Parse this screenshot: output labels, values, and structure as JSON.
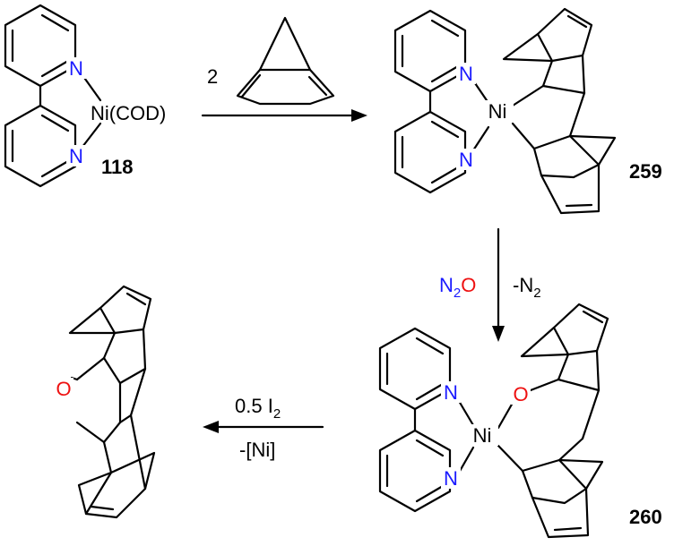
{
  "colors": {
    "nitrogen": "#1a1aff",
    "oxygen": "#ee1111",
    "black": "#000000"
  },
  "atoms": {
    "N": "N",
    "Ni": "Ni",
    "O": "O",
    "NiCOD": "Ni(COD)"
  },
  "compounds": {
    "c118": "118",
    "c259": "259",
    "c260": "260"
  },
  "reaction1": {
    "equiv": "2"
  },
  "reaction2": {
    "reagent_n": "N",
    "reagent_sub": "2",
    "reagent_o": "O",
    "byproduct_main": "-N",
    "byproduct_sub": "2"
  },
  "reaction3": {
    "reagent_main": "0.5 I",
    "reagent_sub": "2",
    "byproduct": "-[Ni]"
  }
}
